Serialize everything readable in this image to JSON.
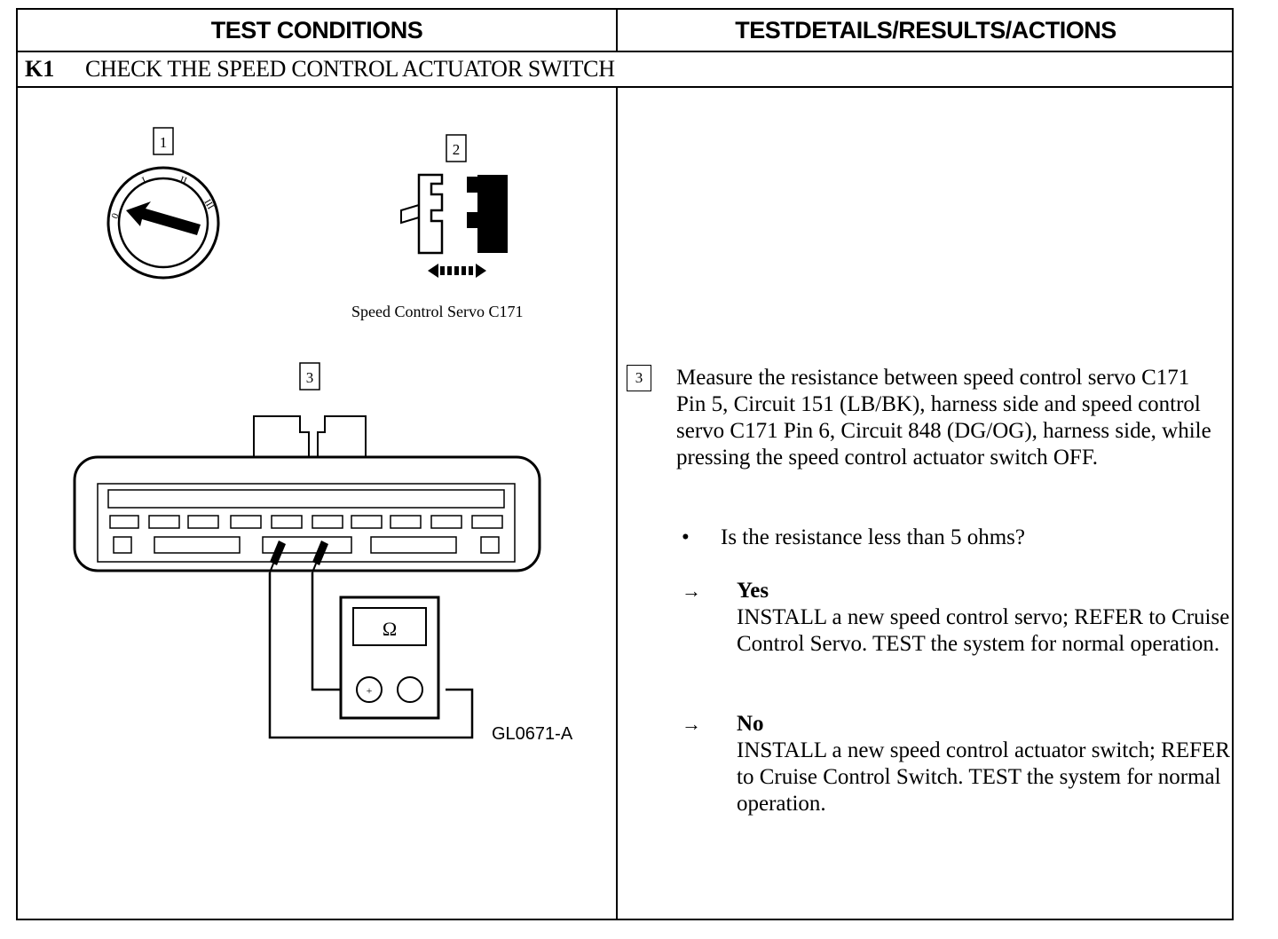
{
  "header": {
    "left": "TEST CONDITIONS",
    "right": "TESTDETAILS/RESULTS/ACTIONS"
  },
  "step": {
    "id": "K1",
    "title": "CHECK THE SPEED CONTROL ACTUATOR SWITCH"
  },
  "figures": {
    "callout_1": "1",
    "callout_2": "2",
    "callout_3": "3",
    "connector_caption": "Speed Control Servo C171",
    "ohm_symbol": "Ω",
    "plus_symbol": "+",
    "figure_id": "GL0671-A",
    "key_positions": [
      "0",
      "I",
      "II",
      "III"
    ]
  },
  "details": {
    "ref": "3",
    "measure": "Measure the resistance between speed control servo C171 Pin 5, Circuit 151 (LB/BK), harness side and speed control servo C171 Pin 6, Circuit 848 (DG/OG), harness side, while pressing the speed control actuator switch OFF.",
    "bullet": "•",
    "question": "Is the resistance less than 5 ohms?",
    "arrow": "→",
    "yes_label": "Yes",
    "yes_text": "INSTALL a new speed control servo; REFER to Cruise Control Servo. TEST the system for normal operation.",
    "no_label": "No",
    "no_text": "INSTALL a new speed control actuator switch; REFER to Cruise Control Switch. TEST the system for normal operation."
  }
}
